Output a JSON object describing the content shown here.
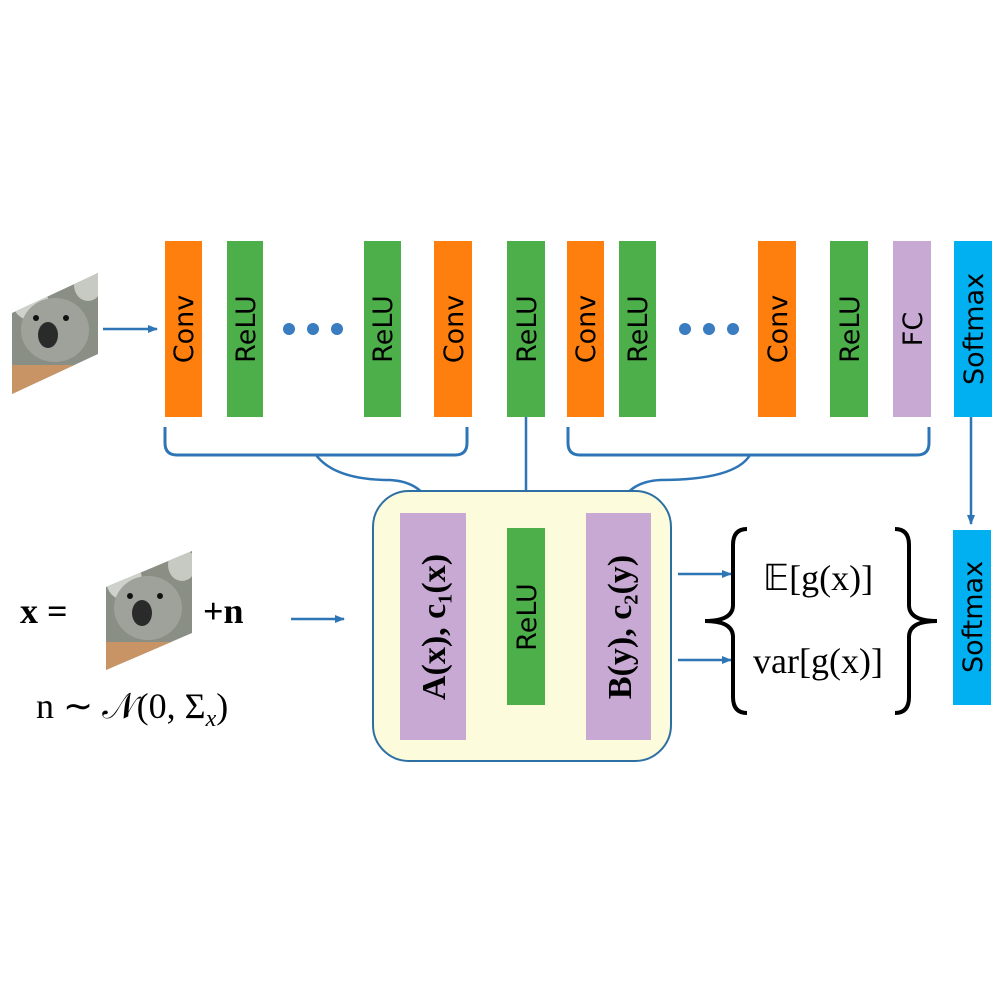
{
  "colors": {
    "conv": "#ff7f0e",
    "relu": "#4daf4a",
    "fc": "#c8a9d4",
    "softmax": "#00b0f0",
    "arrow": "#2e75b6",
    "box_fill": "#fcfcdc",
    "box_stroke": "#2e6fa3",
    "dots": "#3a7cc0"
  },
  "top_row": {
    "layers": [
      {
        "type": "conv",
        "label": "Conv"
      },
      {
        "type": "relu",
        "label": "ReLU"
      },
      {
        "type": "relu",
        "label": "ReLU"
      },
      {
        "type": "conv",
        "label": "Conv"
      },
      {
        "type": "relu",
        "label": "ReLU"
      },
      {
        "type": "conv",
        "label": "Conv"
      },
      {
        "type": "relu",
        "label": "ReLU"
      },
      {
        "type": "conv",
        "label": "Conv"
      },
      {
        "type": "relu",
        "label": "ReLU"
      },
      {
        "type": "fc",
        "label": "FC"
      },
      {
        "type": "softmax",
        "label": "Softmax"
      }
    ],
    "input_icon": "koala-image"
  },
  "middle_box": {
    "left_block": "A(x), c₁(x)",
    "center_block": "ReLU",
    "right_block": "B(y), c₂(y)"
  },
  "outputs": {
    "mean": "𝔼[g(x)]",
    "variance": "var[g(x)]",
    "softmax": "Softmax"
  },
  "input_eq": {
    "lhs": "x =",
    "plus_noise": "+n",
    "noise_dist": "n ∼ 𝒩(0, Σ",
    "noise_sub": "x",
    "noise_close": ")"
  }
}
